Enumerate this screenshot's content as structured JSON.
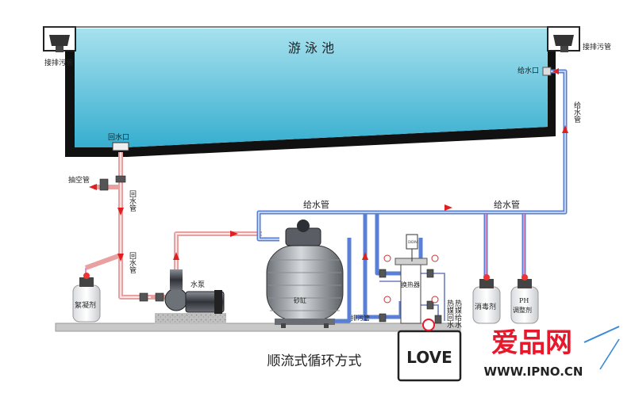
{
  "diagram": {
    "pool_title": "游 泳 池",
    "caption": "顺流式循环方式",
    "labels": {
      "drain_left": "接排污管",
      "drain_right": "接排污管",
      "inlet_right": "给水口",
      "return_outlet": "回水口",
      "vacuum_pipe": "抽空管",
      "return_pipe_upper": "回水管",
      "return_pipe_lower": "回水管",
      "supply_pipe_right_vertical": "给水管",
      "supply_pipe_top_left": "给水管",
      "supply_pipe_top_right": "给水管",
      "pump": "水泵",
      "filter": "砂缸",
      "heat_exchanger": "换热器",
      "sewage_pipe": "排污管",
      "heating_return": "热媒回水",
      "heating_supply": "热媒给水",
      "flocculant_tank": "絮凝剂",
      "disinfectant_tank": "消毒剂",
      "ph_tank_line1": "PH",
      "ph_tank_line2": "调整剂",
      "ddm_label": "DDM"
    },
    "watermark": {
      "love_text": "LOVE",
      "brand": "爱品网",
      "url": "WWW.IPNO.CN"
    },
    "colors": {
      "water_top": "#8fd6e8",
      "water_bottom": "#3cb3d2",
      "supply_pipe": "#4a6fc8",
      "return_pipe": "#e88888",
      "arrow": "#e02020",
      "brand_red": "#e8182c"
    }
  }
}
